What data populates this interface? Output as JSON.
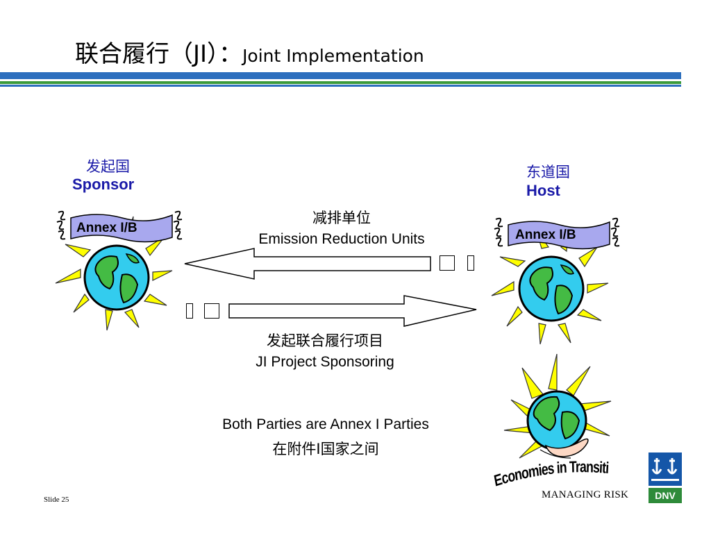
{
  "slide": {
    "title_cn": "联合履行（JI）：",
    "title_en": "Joint Implementation",
    "slide_number": "Slide 25",
    "footer_tagline": "MANAGING RISK",
    "logo_text": "DNV"
  },
  "sponsor": {
    "label_cn": "发起国",
    "label_en": "Sponsor",
    "banner": "Annex I/B"
  },
  "host": {
    "label_cn": "东道国",
    "label_en": "Host",
    "banner": "Annex I/B"
  },
  "arrow_top": {
    "label_cn": "减排单位",
    "label_en": "Emission Reduction Units"
  },
  "arrow_bottom": {
    "label_cn": "发起联合履行项目",
    "label_en": "JI Project Sponsoring"
  },
  "note": {
    "text_en": "Both Parties are Annex I Parties",
    "text_cn": "在附件I国家之间"
  },
  "eit": {
    "caption": "Economies in Transition"
  },
  "colors": {
    "band_blue": "#2d6fbe",
    "band_green": "#3a9a3a",
    "label_blue": "#1a1aa8",
    "banner_fill": "#a8a8ee",
    "sun_yellow": "#ffff00",
    "globe_cyan": "#33ccee",
    "globe_green": "#44bb44",
    "dnv_blue": "#1456a8",
    "dnv_green": "#2e8b3a"
  }
}
